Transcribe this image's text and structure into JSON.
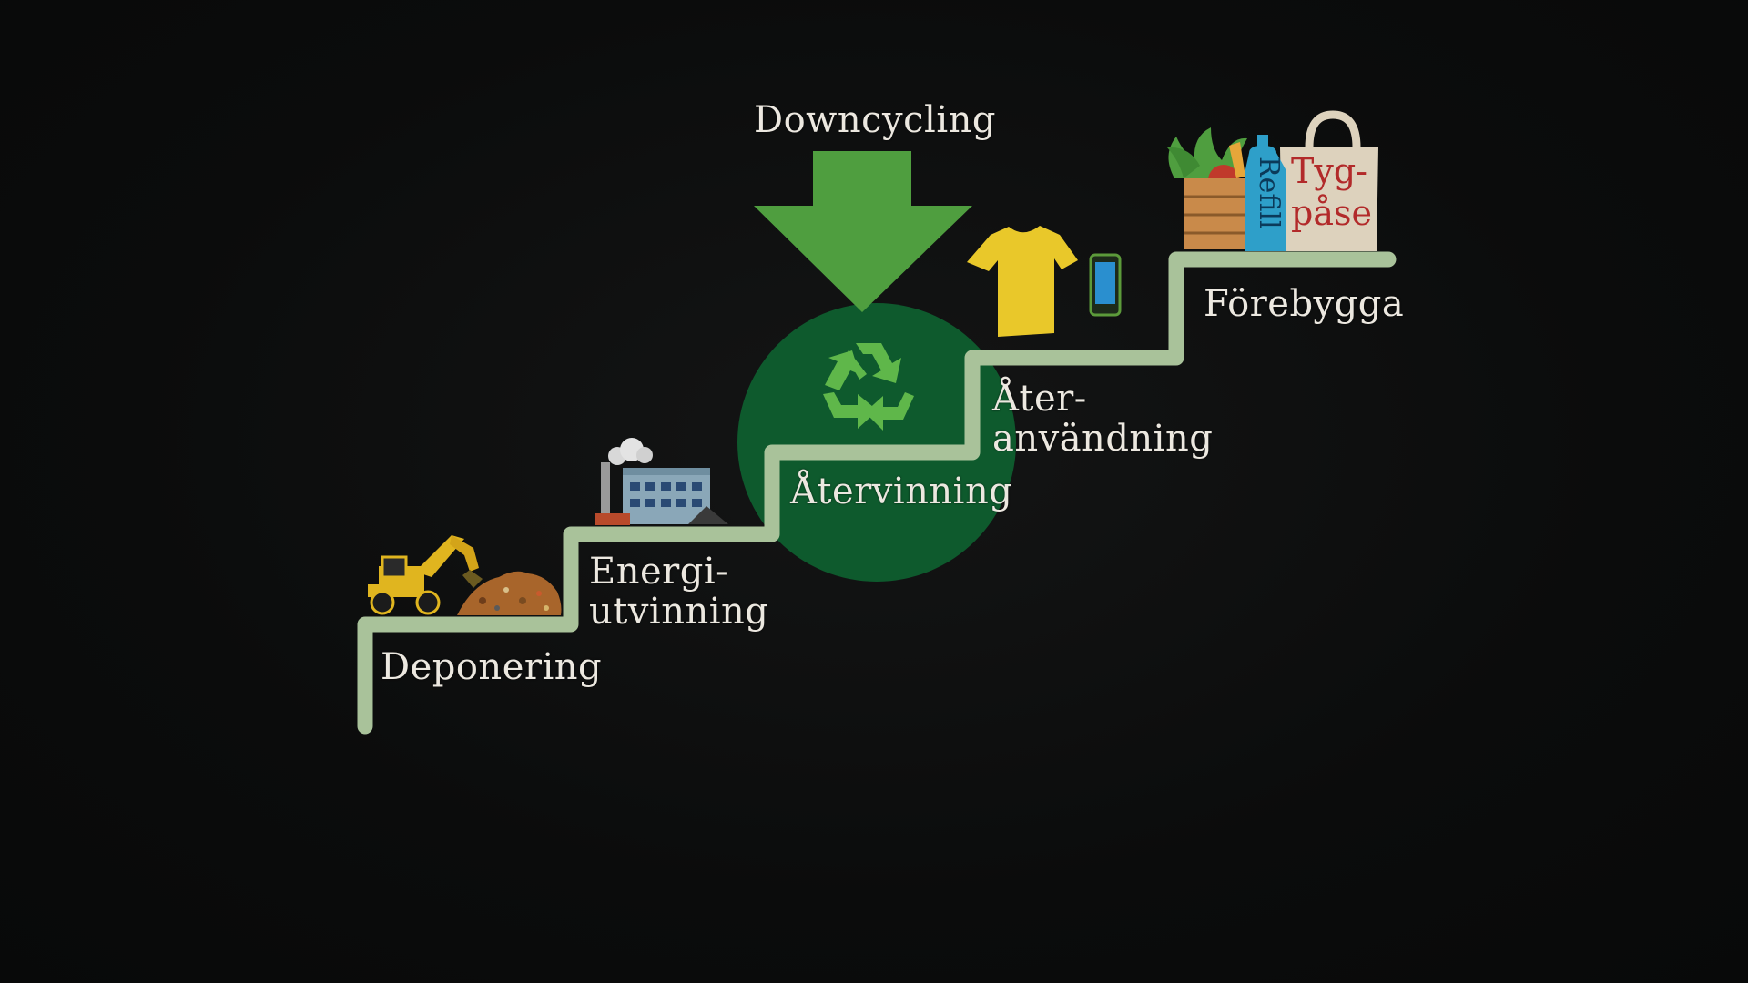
{
  "colors": {
    "background": "#0b0c0c",
    "stair": "#a9c29a",
    "recycle_circle": "#0e5a2d",
    "arrow": "#4f9e3f",
    "recycle_symbol": "#5fb74a",
    "label_text": "#ece8e0",
    "tshirt": "#e9c82a",
    "phone": "#2a8fcf",
    "refill_bottle": "#2e9fc9",
    "tote_bag": "#ddd2bd",
    "tote_text": "#b22a2a"
  },
  "diagram": {
    "top_label": "Downcycling",
    "steps": [
      {
        "id": "deponering",
        "label": "Deponering",
        "icon": "excavator-landfill-icon"
      },
      {
        "id": "energiutvinning",
        "label_line1": "Energi-",
        "label_line2": "utvinning",
        "icon": "incinerator-factory-icon"
      },
      {
        "id": "atervinning",
        "label": "Återvinning",
        "icon": "recycle-icon"
      },
      {
        "id": "ateranvandning",
        "label_line1": "Åter-",
        "label_line2": "användning",
        "icon": "tshirt-and-phone-icon"
      },
      {
        "id": "forebygga",
        "label": "Förebygga",
        "icon": "produce-refill-bag-icon"
      }
    ],
    "refill_text": "Refill",
    "bag_text_line1": "Tyg-",
    "bag_text_line2": "påse"
  }
}
